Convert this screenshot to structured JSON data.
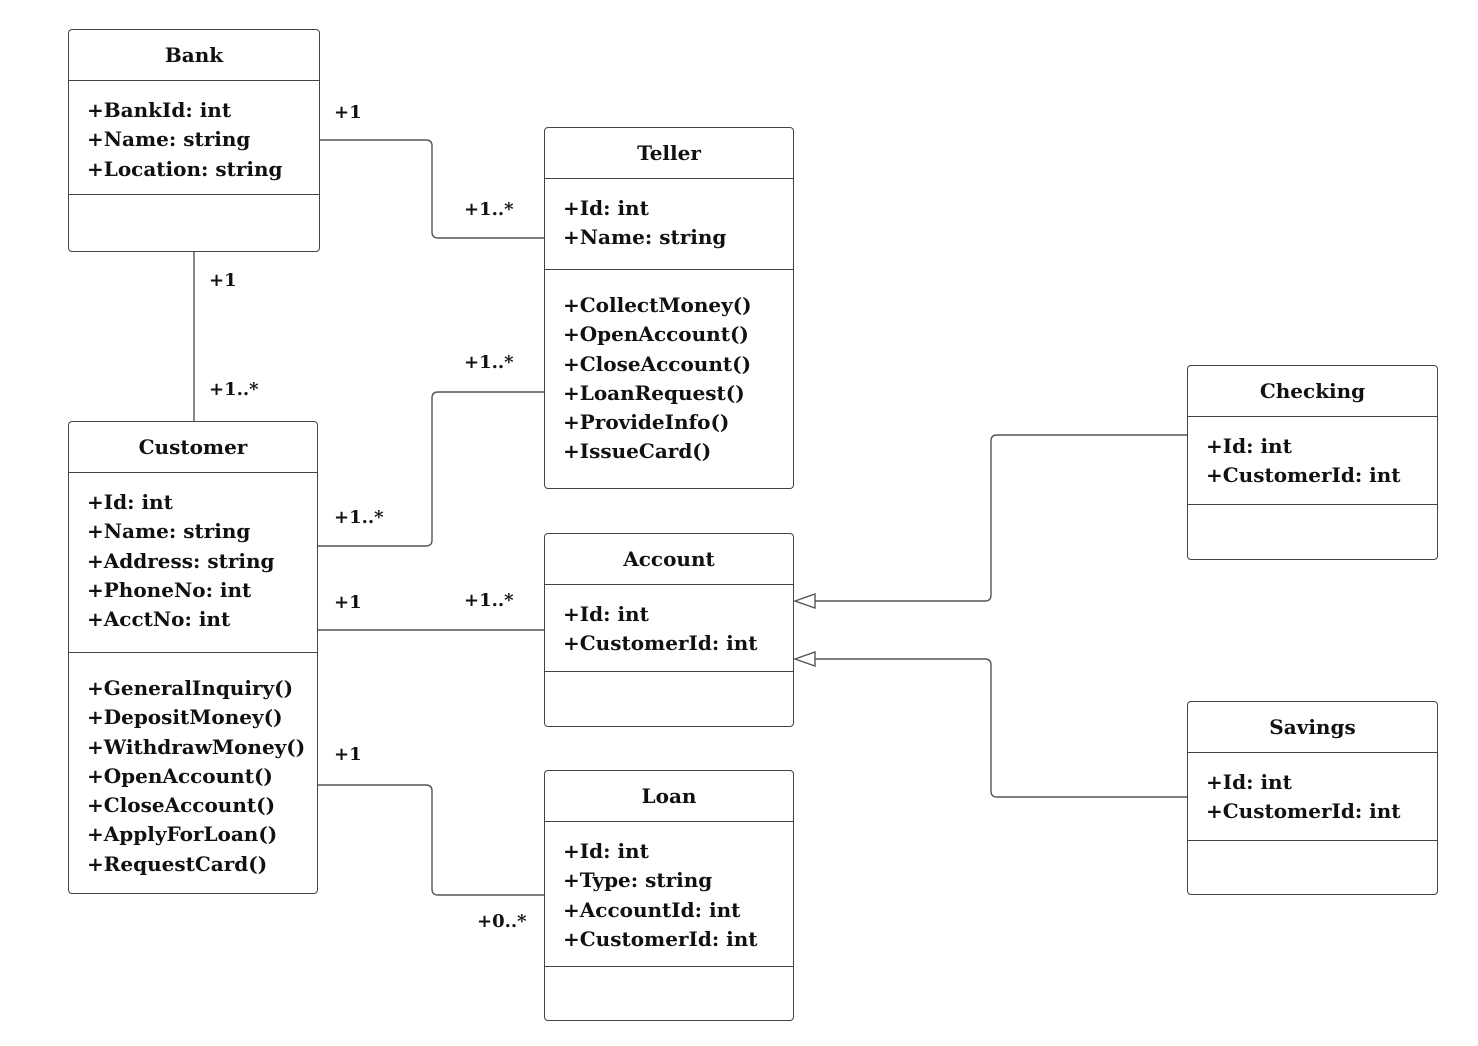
{
  "classes": {
    "bank": {
      "name": "Bank",
      "attributes": [
        "+BankId: int",
        "+Name: string",
        "+Location: string"
      ],
      "operations": []
    },
    "teller": {
      "name": "Teller",
      "attributes": [
        "+Id: int",
        "+Name: string"
      ],
      "operations": [
        "+CollectMoney()",
        "+OpenAccount()",
        "+CloseAccount()",
        "+LoanRequest()",
        "+ProvideInfo()",
        "+IssueCard()"
      ]
    },
    "customer": {
      "name": "Customer",
      "attributes": [
        "+Id: int",
        "+Name: string",
        "+Address: string",
        "+PhoneNo: int",
        "+AcctNo: int"
      ],
      "operations": [
        "+GeneralInquiry()",
        "+DepositMoney()",
        "+WithdrawMoney()",
        "+OpenAccount()",
        "+CloseAccount()",
        "+ApplyForLoan()",
        "+RequestCard()"
      ]
    },
    "account": {
      "name": "Account",
      "attributes": [
        "+Id: int",
        "+CustomerId: int"
      ],
      "operations": []
    },
    "loan": {
      "name": "Loan",
      "attributes": [
        "+Id: int",
        "+Type: string",
        "+AccountId: int",
        "+CustomerId: int"
      ],
      "operations": []
    },
    "checking": {
      "name": "Checking",
      "attributes": [
        "+Id: int",
        "+CustomerId: int"
      ],
      "operations": []
    },
    "savings": {
      "name": "Savings",
      "attributes": [
        "+Id: int",
        "+CustomerId: int"
      ],
      "operations": []
    }
  },
  "associations": {
    "bank_teller": {
      "from": "+1",
      "to": "+1..*"
    },
    "bank_customer": {
      "from": "+1",
      "to": "+1..*"
    },
    "customer_teller": {
      "from": "+1..*",
      "to": "+1..*"
    },
    "customer_account": {
      "from": "+1",
      "to": "+1..*"
    },
    "customer_loan": {
      "from": "+1",
      "to": "+0..*"
    }
  },
  "generalizations": [
    {
      "child": "Checking",
      "parent": "Account"
    },
    {
      "child": "Savings",
      "parent": "Account"
    }
  ]
}
